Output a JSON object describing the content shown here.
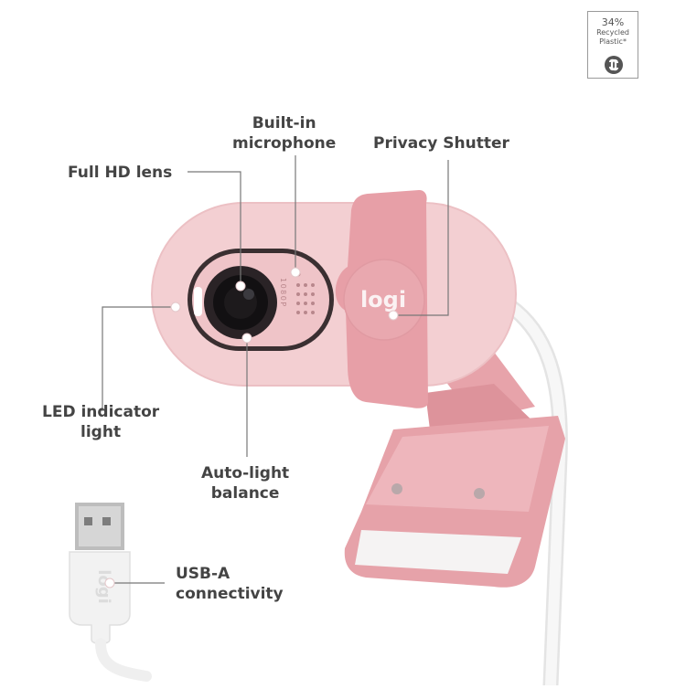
{
  "badge": {
    "percent": "34%",
    "line1": "Recycled",
    "line2": "Plastic*",
    "icon": "recycle-loop-icon"
  },
  "callouts": {
    "microphone_line1": "Built-in",
    "microphone_line2": "microphone",
    "privacy": "Privacy Shutter",
    "lens": "Full HD lens",
    "led_line1": "LED indicator",
    "led_line2": "light",
    "autolight_line1": "Auto-light",
    "autolight_line2": "balance",
    "usb_line1": "USB-A",
    "usb_line2": "connectivity"
  },
  "device": {
    "brand": "logi",
    "resolution": "1080P",
    "color_body": "#f1c9cc",
    "color_shutter": "#eaa7ae",
    "color_cable": "#f3f3f3"
  }
}
